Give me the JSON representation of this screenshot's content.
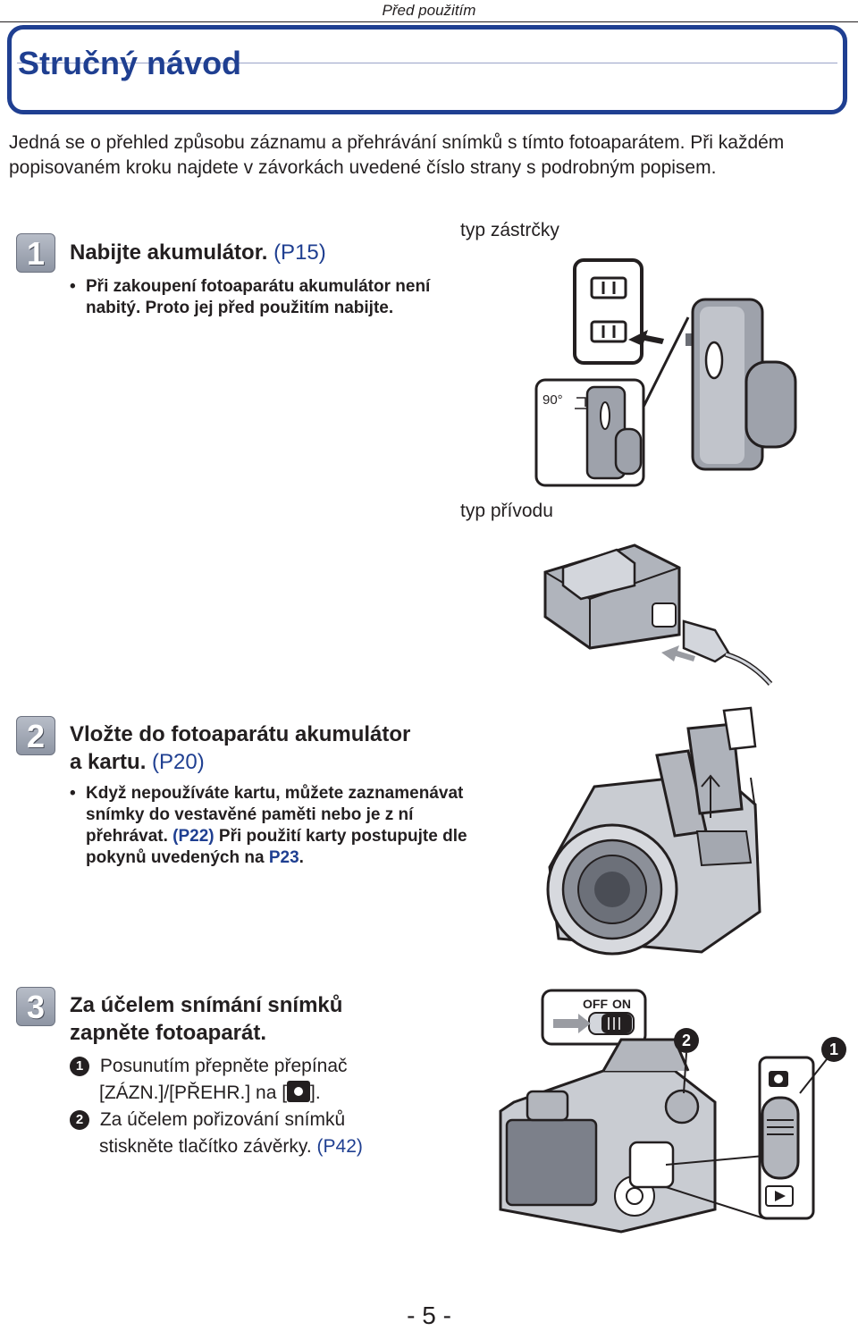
{
  "running_head": "Před použitím",
  "title": "Stručný návod",
  "intro": "Jedná se o přehled způsobu záznamu a přehrávání snímků s tímto fotoaparátem. Při každém popisovaném kroku najdete v závorkách uvedené číslo strany s podrobným popisem.",
  "steps": [
    {
      "number": "1",
      "title": "Nabijte akumulátor.",
      "ref": "(P15)",
      "bullet": "Při zakoupení fotoaparátu akumulátor není nabitý. Proto jej před použitím nabijte."
    },
    {
      "number": "2",
      "title_line1": "Vložte do fotoaparátu akumulátor",
      "title_line2": "a kartu.",
      "ref": "(P20)",
      "bullet_part1": "Když nepoužíváte kartu, můžete zaznamenávat snímky do vestavěné paměti nebo je z ní přehrávat.",
      "bullet_ref1": "(P22)",
      "bullet_part2": "Při použití karty postupujte dle pokynů uvedených na",
      "bullet_ref2": "P23",
      "bullet_end": "."
    },
    {
      "number": "3",
      "title_line1": "Za účelem snímání snímků",
      "title_line2": "zapněte fotoaparát.",
      "sub1_num": "1",
      "sub1_text_a": "Posunutím přepněte přepínač",
      "sub1_text_b": "[ZÁZN.]/[PŘEHR.] na [",
      "sub1_text_c": "].",
      "sub2_num": "2",
      "sub2_text_a": "Za účelem pořizování snímků",
      "sub2_text_b": "stiskněte tlačítko závěrky.",
      "sub2_ref": "(P42)"
    }
  ],
  "figures": {
    "plug_type": "typ zástrčky",
    "angle": "90°",
    "cord_type": "typ přívodu",
    "switch_off": "OFF",
    "switch_on": "ON",
    "callout_1": "1",
    "callout_2": "2"
  },
  "page_number": "- 5 -",
  "colors": {
    "accent": "#1f3f91",
    "text": "#231f20",
    "step_badge": "#9aa0ad"
  }
}
